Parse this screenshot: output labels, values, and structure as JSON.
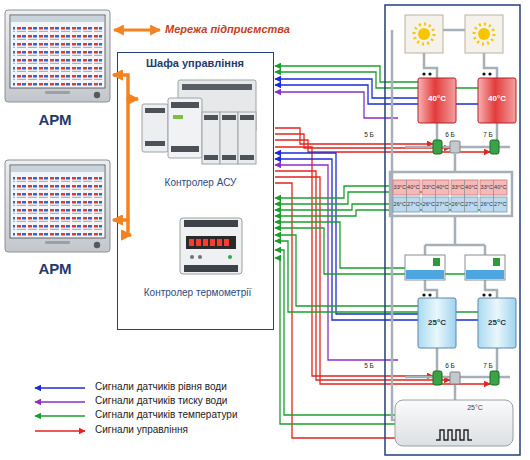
{
  "diagram": {
    "nodes": [
      {
        "text": [
          "АРМ"
        ]
      },
      {
        "text": [
          "Шафа управління"
        ]
      },
      {
        "text": [
          "Контролер АСУ"
        ],
        "in": 1
      },
      {
        "text": [
          "Контролер термометрії"
        ],
        "in": 1
      },
      {
        "text": [
          "АРМ"
        ]
      }
    ],
    "edges": [
      {
        "from": 0,
        "to": 2,
        "arrow": "both"
      },
      {
        "from": 0,
        "to": 3,
        "arrow": "both"
      },
      {
        "from": 4,
        "to": 2,
        "arrow": "both"
      },
      {
        "from": 4,
        "to": 3,
        "arrow": "both"
      }
    ],
    "labels": [
      "Мережа підприємства",
      "40°C",
      "40°C",
      "5 Б",
      "6 Б",
      "7 Б",
      "33°C",
      "40°C",
      "26°C",
      "27°C",
      "33°C",
      "40°C",
      "26°C",
      "27°C",
      "33°C",
      "40°C",
      "26°C",
      "27°C",
      "33°C",
      "40°C",
      "26°C",
      "27°C",
      "25°C",
      "25°C",
      "5 Б",
      "6 Б",
      "7 Б",
      "25°C"
    ],
    "legend": [
      {
        "text": "Сигнали датчиків рівня води"
      },
      {
        "text": "Сигнали датчиків тиску води"
      },
      {
        "text": "Сигнали датчиків температури"
      },
      {
        "text": "Сигнали управління"
      }
    ]
  }
}
